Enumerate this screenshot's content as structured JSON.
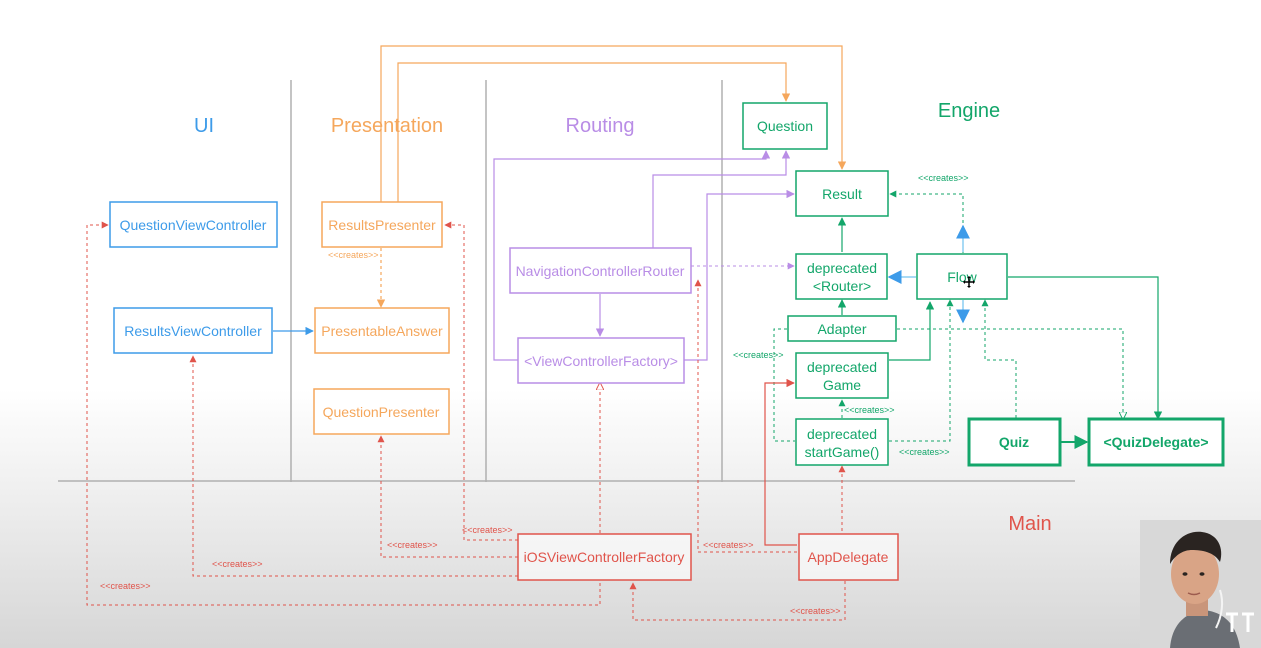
{
  "colors": {
    "ui": "#3d9be9",
    "presentation": "#f5a75c",
    "routing": "#b98de6",
    "engine": "#13a66a",
    "main": "#e0544b",
    "divider": "#b0b0b0"
  },
  "sections": {
    "ui": "UI",
    "presentation": "Presentation",
    "routing": "Routing",
    "engine": "Engine",
    "main": "Main"
  },
  "nodes": {
    "question_view_controller": "QuestionViewController",
    "results_view_controller": "ResultsViewController",
    "results_presenter": "ResultsPresenter",
    "presentable_answer": "PresentableAnswer",
    "question_presenter": "QuestionPresenter",
    "navigation_controller_router": "NavigationControllerRouter",
    "view_controller_factory": "<ViewControllerFactory>",
    "question": "Question",
    "result": "Result",
    "deprecated_router_line1": "deprecated",
    "deprecated_router_line2": "<Router>",
    "flow": "Flow",
    "adapter": "Adapter",
    "deprecated_game_line1": "deprecated",
    "deprecated_game_line2": "Game",
    "deprecated_start_game_line1": "deprecated",
    "deprecated_start_game_line2": "startGame()",
    "quiz": "Quiz",
    "quiz_delegate": "<QuizDelegate>",
    "ios_view_controller_factory": "iOSViewControllerFactory",
    "app_delegate": "AppDelegate"
  },
  "edge_label": "<<creates>>",
  "icons": {
    "cursor": "move-cursor-icon",
    "presenter": "presenter-avatar-icon"
  }
}
